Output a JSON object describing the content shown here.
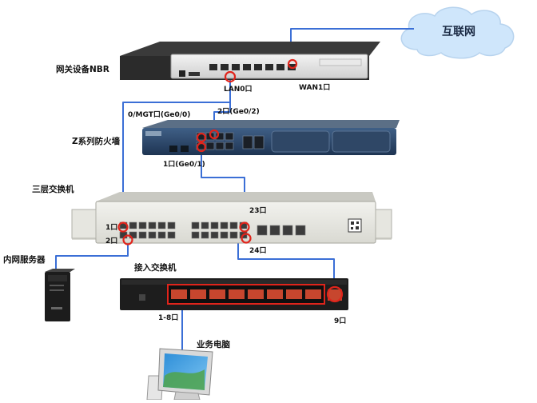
{
  "labels": {
    "internet": "互联网",
    "gateway": "网关设备NBR",
    "lan0": "LAN0口",
    "wan1": "WAN1口",
    "mgt": "0/MGT口(Ge0/0)",
    "port2_fw": "2口(Ge0/2)",
    "firewall": "Z系列防火墙",
    "port1_fw": "1口(Ge0/1)",
    "l3switch": "三层交换机",
    "port23": "23口",
    "port1_sw": "1口",
    "port2_sw": "2口",
    "port24": "24口",
    "server": "内网服务器",
    "access_switch": "接入交换机",
    "ports_1_8": "1-8口",
    "port9": "9口",
    "pc": "业务电脑"
  },
  "colors": {
    "cable": "#3b6fd6",
    "highlight": "#e0241b",
    "cloud": "#cfe6fb"
  }
}
